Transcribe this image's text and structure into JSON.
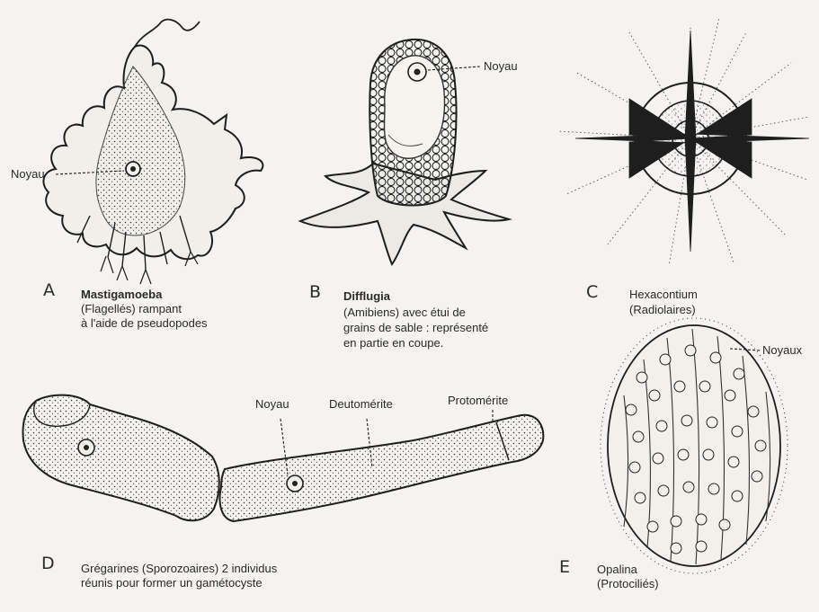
{
  "panels": {
    "a": {
      "letter": "A",
      "title": "Mastigamoeba",
      "caption_line1": "(Flagellés) rampant",
      "caption_line2": "à l'aide de pseudopodes",
      "nucleus_label": "Noyau"
    },
    "b": {
      "letter": "B",
      "title": "Difflugia",
      "caption_line1": "(Amibiens) avec étui de",
      "caption_line2": "grains de sable : représenté",
      "caption_line3": "en partie en coupe.",
      "nucleus_label": "Noyau"
    },
    "c": {
      "letter": "C",
      "title": "Hexacontium",
      "caption_line1": "(Radiolaires)"
    },
    "d": {
      "letter": "D",
      "caption_line1": "Grégarines (Sporozoaires) 2 individus",
      "caption_line2": "réunis pour former un gamétocyste",
      "nucleus_label": "Noyau",
      "deutomerite_label": "Deutomérite",
      "protomerite_label": "Protomérite"
    },
    "e": {
      "letter": "E",
      "caption_line1": "Opalina",
      "caption_line2": "(Protociliés)",
      "nuclei_label": "Noyaux"
    }
  }
}
